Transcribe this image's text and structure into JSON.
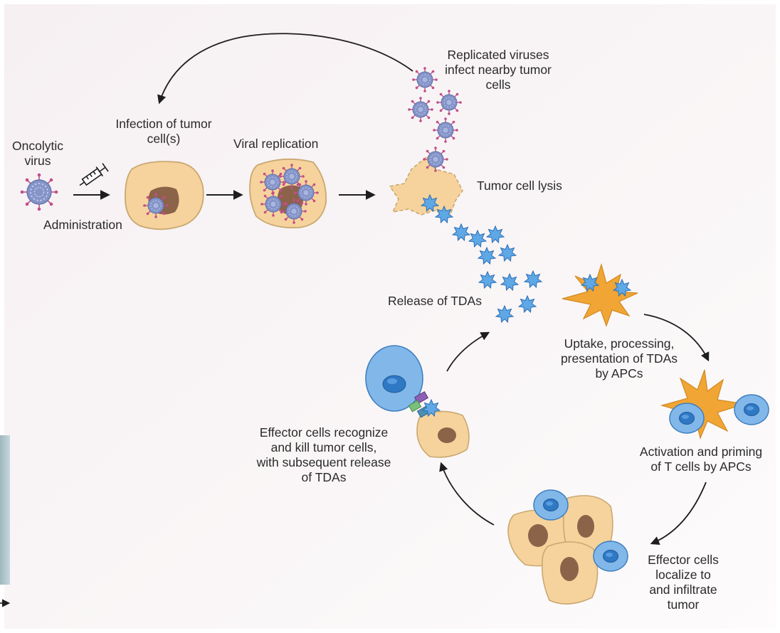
{
  "labels": {
    "oncolytic_virus": "Oncolytic\nvirus",
    "administration": "Administration",
    "infection": "Infection of tumor\ncell(s)",
    "viral_replication": "Viral replication",
    "replicated_viruses": "Replicated viruses\ninfect nearby tumor\ncells",
    "tumor_cell_lysis": "Tumor cell lysis",
    "release_tdas": "Release of TDAs",
    "uptake": "Uptake, processing,\npresentation of TDAs\nby APCs",
    "activation": "Activation and priming\nof T cells by APCs",
    "localize": "Effector cells\nlocalize to\nand infiltrate\ntumor",
    "effector_kill": "Effector cells recognize\nand kill tumor cells,\nwith subsequent release\nof TDAs"
  },
  "colors": {
    "tumor_cell_fill": "#f6d39c",
    "tumor_cell_stroke": "#c9a870",
    "nucleus": "#8b6349",
    "virus": "#7d8dc4",
    "virus_spike": "#c24e8a",
    "tda_star": "#5fa8e6",
    "apc": "#f0a535",
    "t_cell": "#82b8e9",
    "t_cell_nucleus": "#2f78c4",
    "arrow": "#1e1e1e",
    "syringe": "#1e1e1e"
  },
  "icons": [
    "syringe-icon",
    "virus-icon",
    "tda-star-icon",
    "dendritic-cell-icon",
    "t-cell-icon",
    "tumor-cell-icon"
  ]
}
